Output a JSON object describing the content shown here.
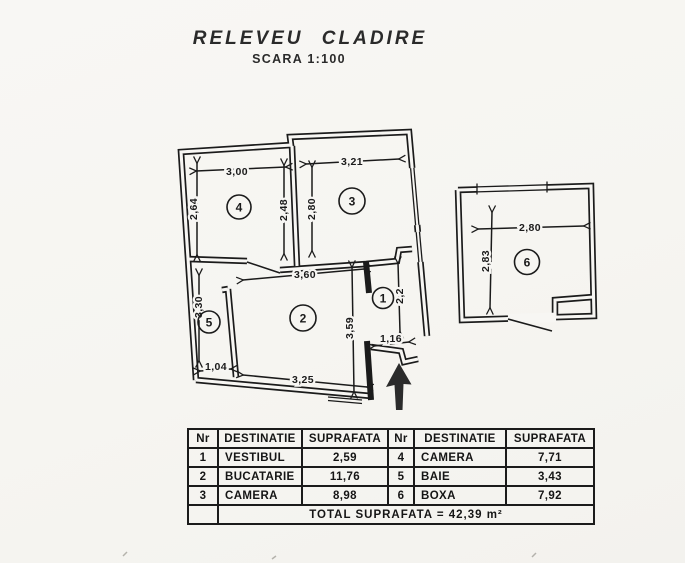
{
  "title": "RELEVEU CLADIRE",
  "subtitle": "SCARA 1:100",
  "colors": {
    "ink": "#1b1b1b",
    "paper": "#f7f6f3"
  },
  "plan": {
    "room_numbers": {
      "r1": "1",
      "r2": "2",
      "r3": "3",
      "r4": "4",
      "r5": "5",
      "r6": "6"
    },
    "dims": {
      "room4_width": "3,00",
      "room4_height_left": "2,64",
      "room4_height_right": "2,48",
      "room3_width": "3,21",
      "room3_height": "2,80",
      "room2_width_top": "3,60",
      "room2_height": "3,59",
      "room2_width_bottom": "3,25",
      "room5_height": "3,30",
      "room5_width": "1,04",
      "room1_height": "2,2",
      "room1_width": "1,16",
      "room6_width": "2,80",
      "room6_height": "2,83"
    },
    "icons": {
      "entrance_arrow": "solid-up-arrow"
    }
  },
  "table": {
    "headers": [
      "Nr",
      "DESTINATIE",
      "SUPRAFATA",
      "Nr",
      "DESTINATIE",
      "SUPRAFATA"
    ],
    "rows": [
      [
        "1",
        "VESTIBUL",
        "2,59",
        "4",
        "CAMERA",
        "7,71"
      ],
      [
        "2",
        "BUCATARIE",
        "11,76",
        "5",
        "BAIE",
        "3,43"
      ],
      [
        "3",
        "CAMERA",
        "8,98",
        "6",
        "BOXA",
        "7,92"
      ]
    ],
    "total": "TOTAL  SUPRAFATA = 42,39 m²"
  }
}
